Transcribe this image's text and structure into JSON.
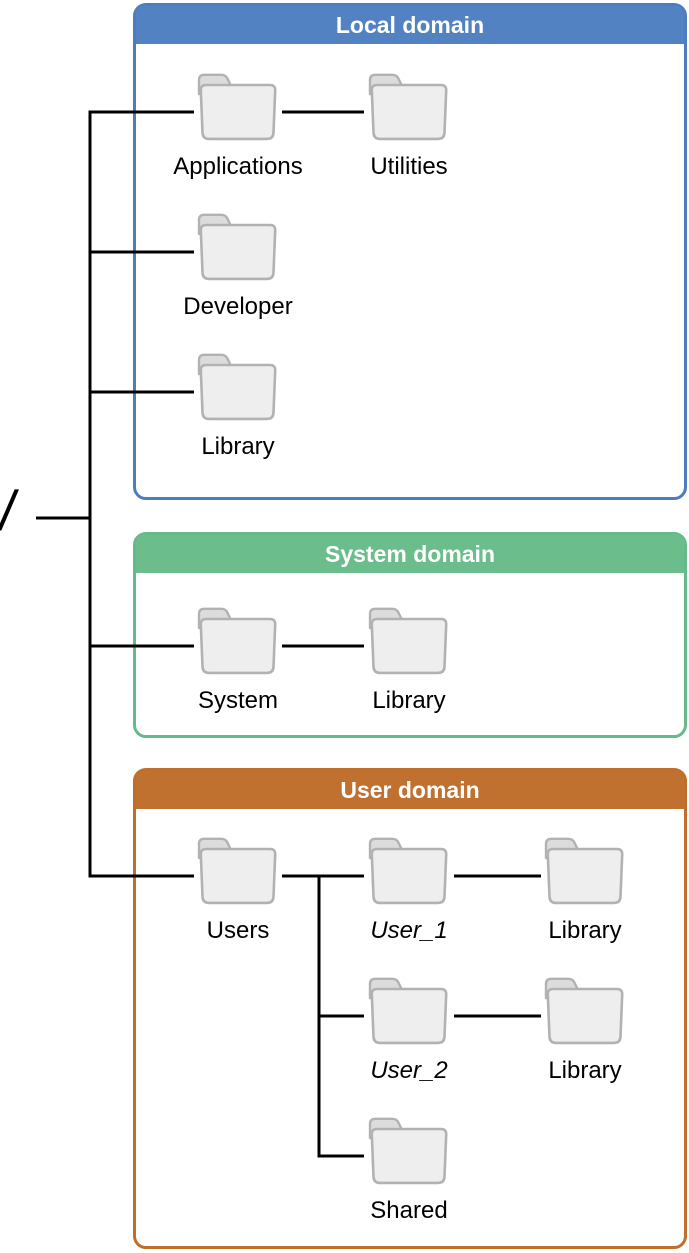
{
  "diagram": {
    "root_symbol": "/",
    "line_color": "#000000",
    "folder_fill": "#eeeeee",
    "folder_tab_fill": "#dcdcdc",
    "folder_stroke": "#b2b2b2"
  },
  "icons": {
    "folder": "folder-icon"
  },
  "domains": [
    {
      "title": "Local domain",
      "accent_color": "#5282c2"
    },
    {
      "title": "System domain",
      "accent_color": "#6cbd8c"
    },
    {
      "title": "User domain",
      "accent_color": "#c0712f"
    }
  ],
  "folders": {
    "applications": {
      "label": "Applications",
      "domain": "Local domain"
    },
    "utilities": {
      "label": "Utilities",
      "domain": "Local domain"
    },
    "developer": {
      "label": "Developer",
      "domain": "Local domain"
    },
    "library_local": {
      "label": "Library",
      "domain": "Local domain"
    },
    "system": {
      "label": "System",
      "domain": "System domain"
    },
    "library_system": {
      "label": "Library",
      "domain": "System domain"
    },
    "users": {
      "label": "Users",
      "domain": "User domain"
    },
    "user_1": {
      "label": "User_1",
      "domain": "User domain",
      "italic": true
    },
    "library_user_1": {
      "label": "Library",
      "domain": "User domain"
    },
    "user_2": {
      "label": "User_2",
      "domain": "User domain",
      "italic": true
    },
    "library_user_2": {
      "label": "Library",
      "domain": "User domain"
    },
    "shared": {
      "label": "Shared",
      "domain": "User domain"
    }
  },
  "connections": [
    [
      "/",
      "Applications"
    ],
    [
      "/",
      "Developer"
    ],
    [
      "/",
      "Library (Local domain)"
    ],
    [
      "/",
      "System"
    ],
    [
      "/",
      "Users"
    ],
    [
      "Applications",
      "Utilities"
    ],
    [
      "System",
      "Library (System domain)"
    ],
    [
      "Users",
      "User_1"
    ],
    [
      "Users",
      "User_2"
    ],
    [
      "Users",
      "Shared"
    ],
    [
      "User_1",
      "Library (User_1)"
    ],
    [
      "User_2",
      "Library (User_2)"
    ]
  ]
}
